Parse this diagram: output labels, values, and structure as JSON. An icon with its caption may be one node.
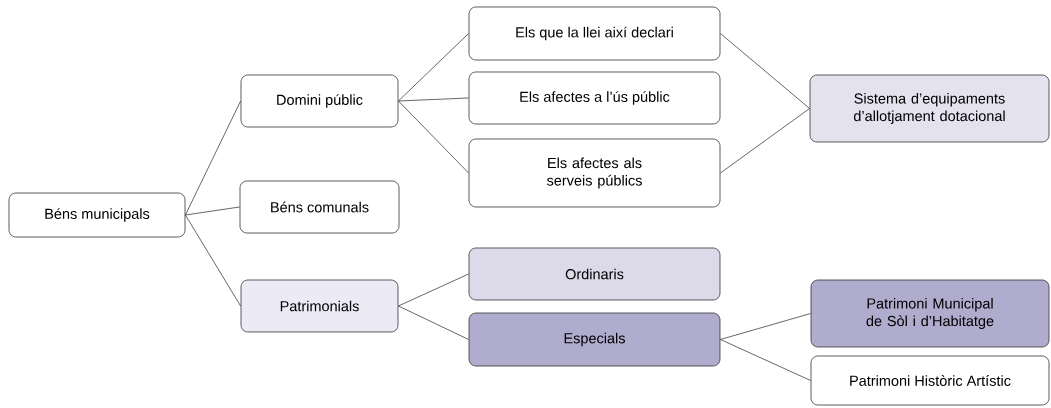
{
  "diagram": {
    "nodes": [
      {
        "text": [
          "Béns municipals"
        ]
      },
      {
        "text": [
          "Domini públic"
        ]
      },
      {
        "text": [
          "Béns comunals"
        ]
      },
      {
        "text": [
          "Patrimonials"
        ]
      },
      {
        "text": [
          "Els que la llei així declari"
        ]
      },
      {
        "text": [
          "Els afectes a l’ús públic"
        ]
      },
      {
        "text": [
          "Els afectes als serveis públics"
        ]
      },
      {
        "text": [
          "Sistema d’equipaments d’allotjament dotacional"
        ]
      },
      {
        "text": [
          "Ordinaris"
        ]
      },
      {
        "text": [
          "Especials"
        ]
      },
      {
        "text": [
          "Patrimoni Municipal de Sòl i d’Habitatge"
        ]
      },
      {
        "text": [
          "Patrimoni Històric Artístic"
        ]
      }
    ],
    "edges": [
      {
        "from": 0,
        "to": 1,
        "arrow": "none"
      },
      {
        "from": 0,
        "to": 2,
        "arrow": "none"
      },
      {
        "from": 0,
        "to": 3,
        "arrow": "none"
      },
      {
        "from": 1,
        "to": 4,
        "arrow": "none"
      },
      {
        "from": 1,
        "to": 5,
        "arrow": "none"
      },
      {
        "from": 1,
        "to": 6,
        "arrow": "none"
      },
      {
        "from": 4,
        "to": 7,
        "arrow": "none"
      },
      {
        "from": 6,
        "to": 7,
        "arrow": "none"
      },
      {
        "from": 3,
        "to": 8,
        "arrow": "none"
      },
      {
        "from": 3,
        "to": 9,
        "arrow": "none"
      },
      {
        "from": 9,
        "to": 10,
        "arrow": "none"
      },
      {
        "from": 9,
        "to": 11,
        "arrow": "none"
      }
    ]
  }
}
